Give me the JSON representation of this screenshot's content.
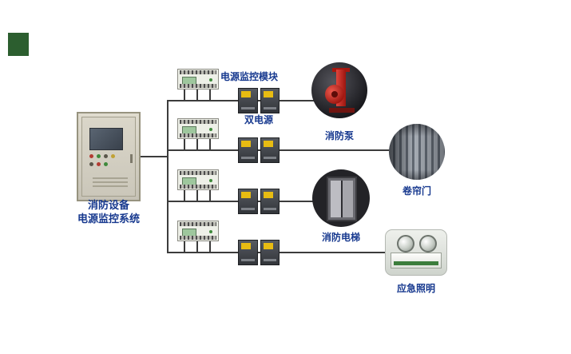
{
  "system": {
    "cabinet_label_line1": "消防设备",
    "cabinet_label_line2": "电源监控系统"
  },
  "labels": {
    "module": "电源监控模块",
    "dual_power": "双电源"
  },
  "loads": [
    {
      "label": "消防泵"
    },
    {
      "label": "卷帘门"
    },
    {
      "label": "消防电梯"
    },
    {
      "label": "应急照明"
    }
  ],
  "colors": {
    "label_text": "#17398f",
    "connection_line": "#3c3c3c",
    "logo_green": "#2c5e2f",
    "pump_red": "#c1221e",
    "ats_yellow": "#e8bc12"
  }
}
